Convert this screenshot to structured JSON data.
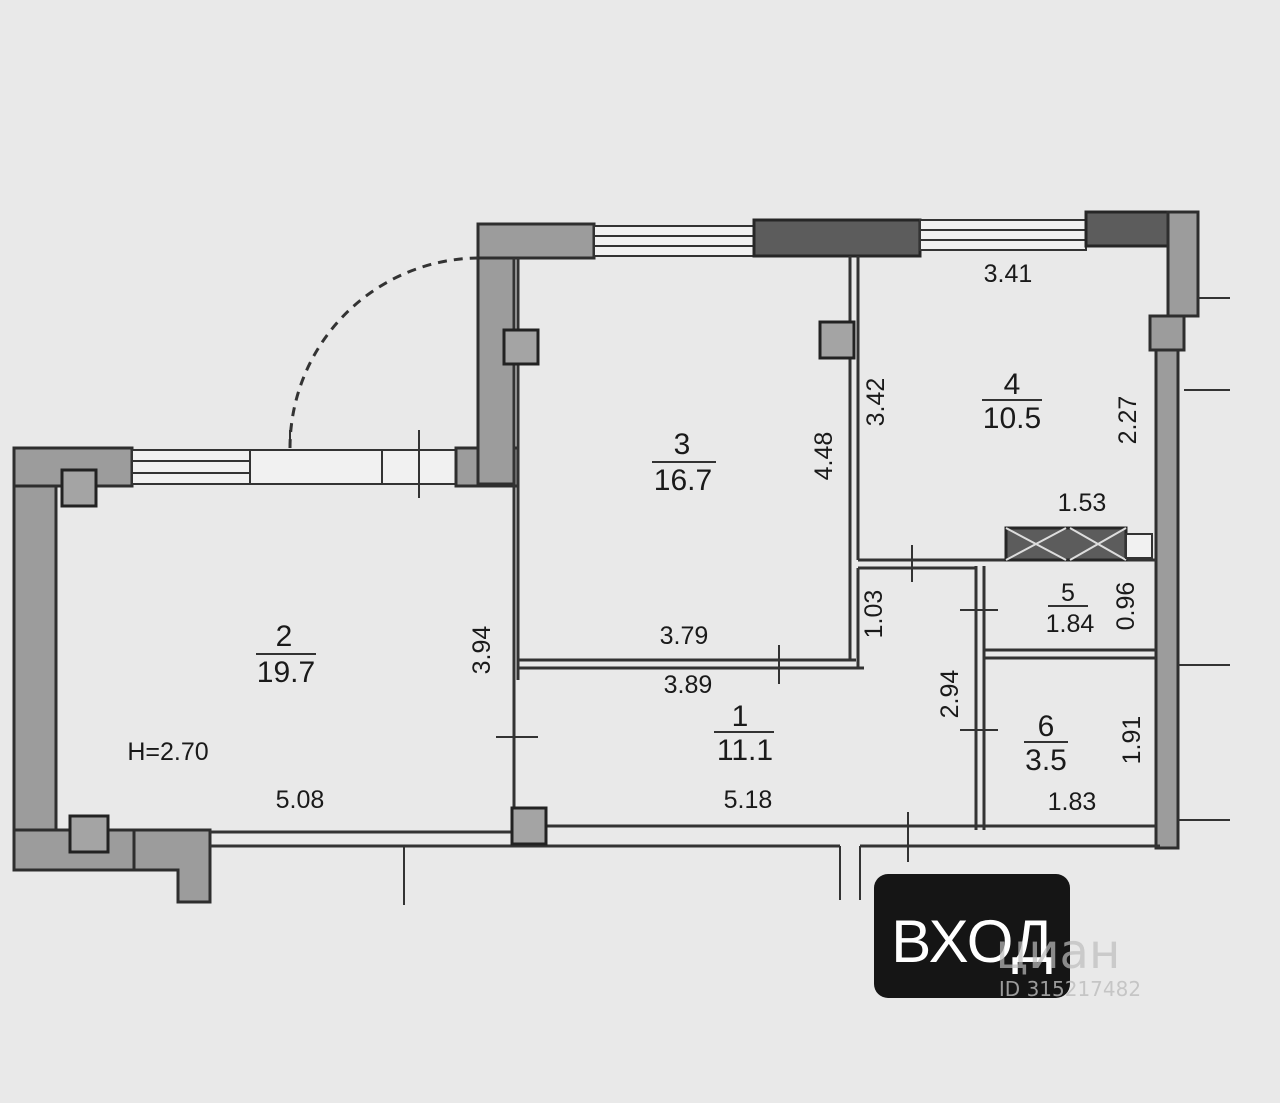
{
  "rooms": [
    {
      "number": "1",
      "area": "11.1"
    },
    {
      "number": "2",
      "area": "19.7"
    },
    {
      "number": "3",
      "area": "16.7"
    },
    {
      "number": "4",
      "area": "10.5"
    },
    {
      "number": "5",
      "area": "1.84"
    },
    {
      "number": "6",
      "area": "3.5"
    }
  ],
  "dimensions": {
    "r3_bottom": "3.79",
    "r3_right": "4.48",
    "r4_top": "3.41",
    "r4_left": "3.42",
    "r4_right": "2.27",
    "r4_bottom": "1.53",
    "corridor": "1.03",
    "r5_right": "0.96",
    "r1_top": "3.89",
    "r1_right": "2.94",
    "r1_bottom": "5.18",
    "r2_right": "3.94",
    "r2_bottom": "5.08",
    "r6_right": "1.91",
    "r6_bottom": "1.83"
  },
  "ceiling_height": "H=2.70",
  "entry_label": "ВХОД",
  "watermark": {
    "brand": "циан",
    "id": "ID 315217482"
  },
  "colors": {
    "paper": "#e9e9e9",
    "wall": "#9c9c9c",
    "dark_wall": "#5c5c5c",
    "line": "#333333",
    "badge": "#151515",
    "badge_text": "#ffffff"
  }
}
